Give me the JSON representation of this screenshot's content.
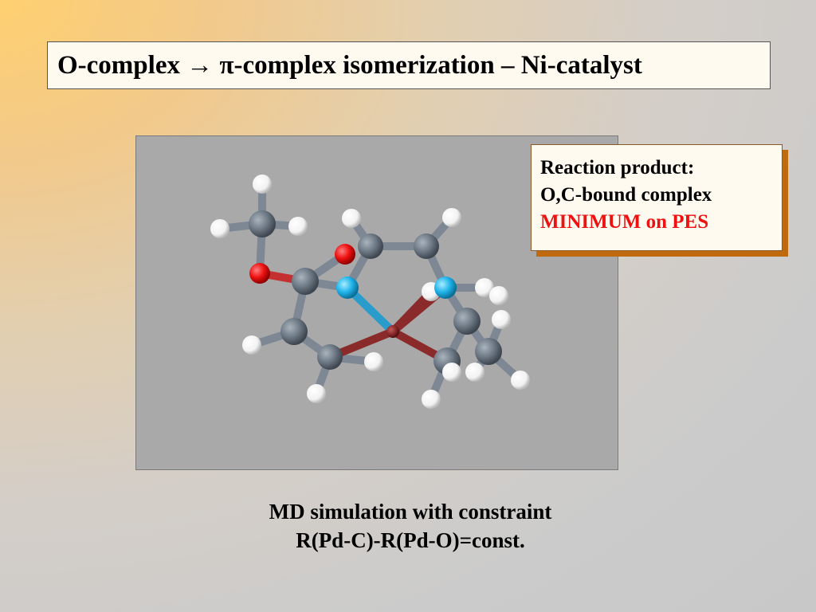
{
  "slide": {
    "title": "O-complex → π-complex isomerization – Ni-catalyst"
  },
  "product_box": {
    "line1": "Reaction product:",
    "line2": "O,C-bound complex",
    "line3": "MINIMUM on PES"
  },
  "caption": {
    "line1": "MD simulation with constraint",
    "line2": "R(Pd-C)-R(Pd-O)=const."
  },
  "colors": {
    "carbon": "#6e7a86",
    "hydrogen": "#ffffff",
    "oxygen": "#ee1111",
    "nitrogen": "#20b4ea",
    "metal": "#8b2a2a",
    "minimum_text": "#ee1111",
    "box_shadow": "#c06a10"
  }
}
